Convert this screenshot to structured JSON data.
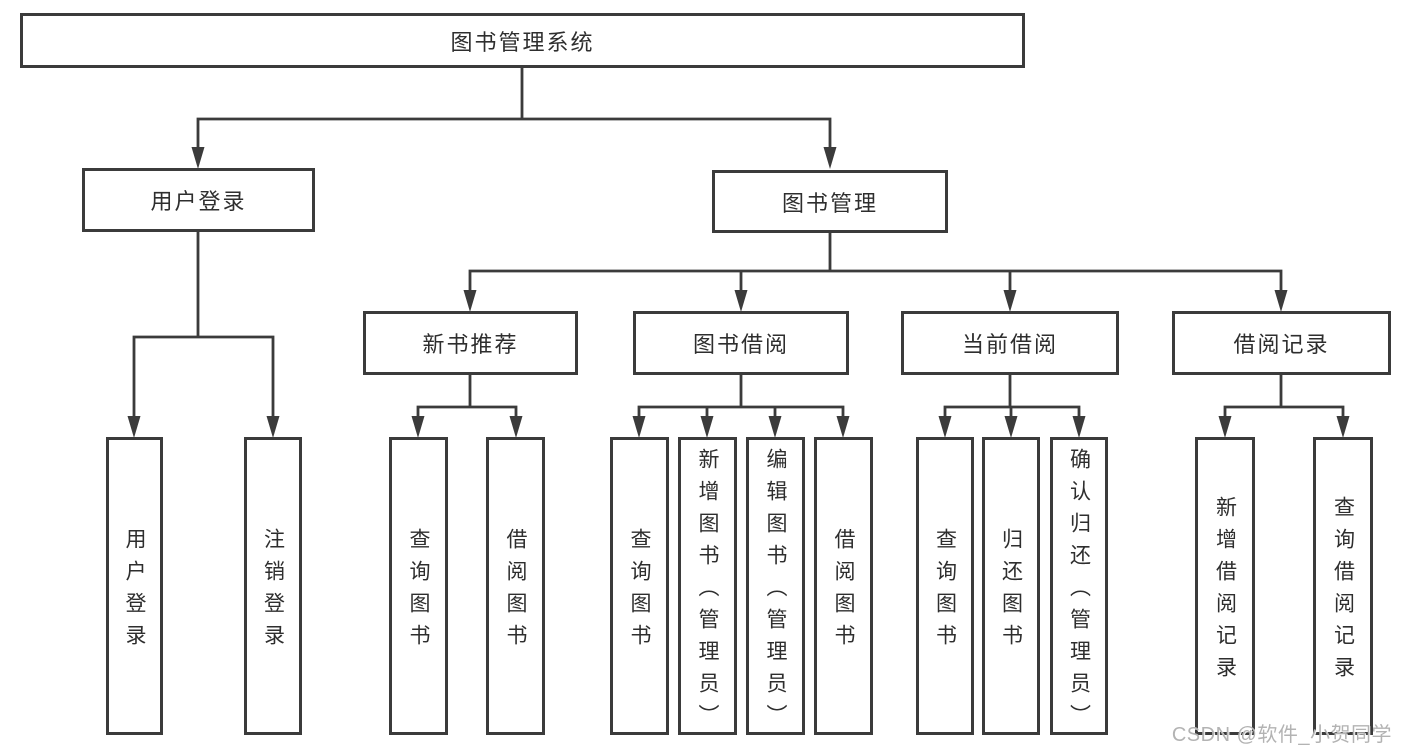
{
  "tree": {
    "label": "图书管理系统",
    "children": [
      {
        "label": "用户登录",
        "children": [
          {
            "label": "用户登录"
          },
          {
            "label": "注销登录"
          }
        ]
      },
      {
        "label": "图书管理",
        "children": [
          {
            "label": "新书推荐",
            "children": [
              {
                "label": "查询图书"
              },
              {
                "label": "借阅图书"
              }
            ]
          },
          {
            "label": "图书借阅",
            "children": [
              {
                "label": "查询图书"
              },
              {
                "label": "新增图书（管理员）"
              },
              {
                "label": "编辑图书（管理员）"
              },
              {
                "label": "借阅图书"
              }
            ]
          },
          {
            "label": "当前借阅",
            "children": [
              {
                "label": "查询图书"
              },
              {
                "label": "归还图书"
              },
              {
                "label": "确认归还（管理员）"
              }
            ]
          },
          {
            "label": "借阅记录",
            "children": [
              {
                "label": "新增借阅记录"
              },
              {
                "label": "查询借阅记录"
              }
            ]
          }
        ]
      }
    ]
  },
  "watermark": "CSDN @软件_小贺同学",
  "colors": {
    "line": "#3b3b3b",
    "box_border": "#3b3b3b",
    "text": "#2e2e2e",
    "background": "#ffffff",
    "watermark": "#b3b3b3"
  }
}
